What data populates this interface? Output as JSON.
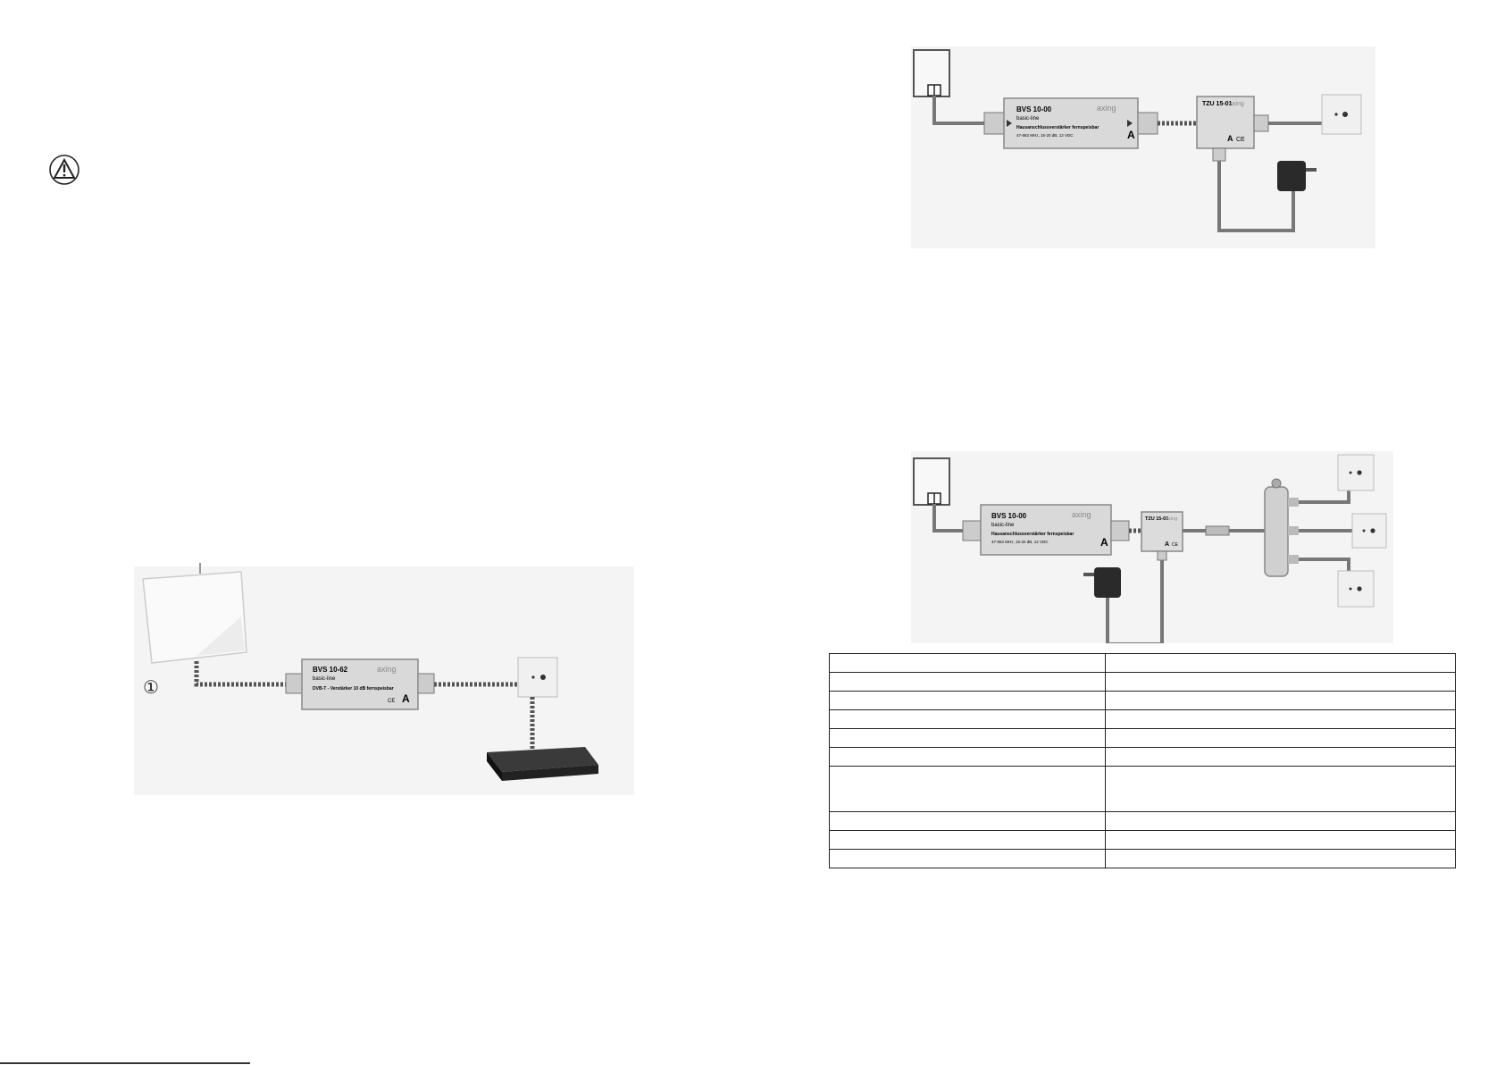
{
  "warning": {
    "icon": "warning-triangle-icon"
  },
  "diagram1": {
    "amplifier": {
      "model": "BVS 10-00",
      "line": "basic-line",
      "desc": "Hausanschlussverstärker fernspeisbar",
      "spec": "47-862 MHz, 15-20 dB, 12 VDC",
      "brand": "axing",
      "class": "A"
    },
    "injector": {
      "model": "TZU 15-01",
      "brand": "axing",
      "class": "A",
      "ce": "CE"
    }
  },
  "diagram2": {
    "amplifier": {
      "model": "BVS 10-00",
      "line": "basic-line",
      "desc": "Hausanschlussverstärker fernspeisbar",
      "spec": "47-862 MHz, 15-20 dB, 12 VDC",
      "brand": "axing",
      "class": "A"
    },
    "injector": {
      "model": "TZU 15-01",
      "brand": "axing",
      "class": "A",
      "ce": "CE"
    }
  },
  "diagram3": {
    "marker": "①",
    "amplifier": {
      "model": "BVS 10-62",
      "line": "basic-line",
      "desc": "DVB-T - Verstärker 10 dB fernspeisbar",
      "brand": "axing",
      "class": "A",
      "ce": "CE"
    }
  },
  "spec_table": {
    "rows": [
      [
        "",
        ""
      ],
      [
        "",
        ""
      ],
      [
        "",
        ""
      ],
      [
        "",
        ""
      ],
      [
        "",
        ""
      ],
      [
        "",
        ""
      ],
      [
        "",
        ""
      ],
      [
        "",
        ""
      ],
      [
        "",
        ""
      ],
      [
        "",
        ""
      ]
    ]
  }
}
